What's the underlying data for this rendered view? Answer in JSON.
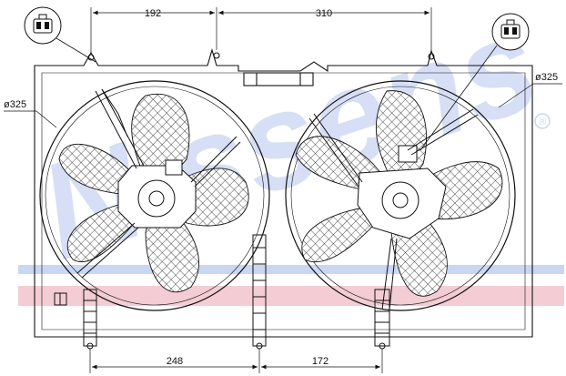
{
  "drawing": {
    "watermark": {
      "text": "Nissens",
      "registered": "®",
      "color": "#c8d4f2"
    },
    "bands": {
      "blue": "#c9d6f4",
      "pink": "#f3cdd3"
    },
    "dimensions": {
      "top_left": "192",
      "top_right": "310",
      "bottom_left": "248",
      "bottom_right": "172",
      "left_fan_diameter": "ø325",
      "right_fan_diameter": "ø325"
    },
    "connector_icon": "plug-connector-icon",
    "symbol_icon": "ground-symbol-icon"
  }
}
